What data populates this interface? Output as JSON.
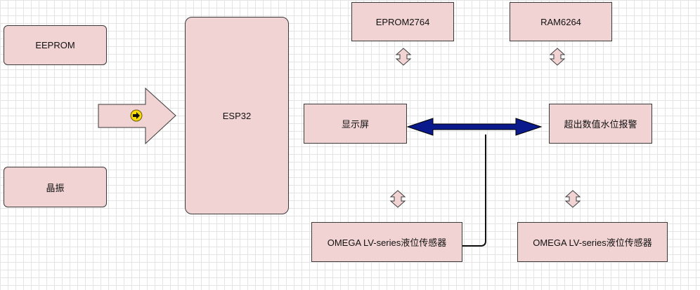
{
  "blocks": {
    "eeprom": "EEPROM",
    "crystal": "晶振",
    "esp32": "ESP32",
    "eprom": "EPROM2764",
    "ram": "RAM6264",
    "display": "显示屏",
    "alarm": "超出数值水位报警",
    "sensor_left": "OMEGA LV-series液位传感器",
    "sensor_right": "OMEGA LV-series液位传感器"
  },
  "colors": {
    "block_fill": "#f2d3d3",
    "block_border": "#3a3a3a",
    "bus_arrow": "#0a1a8c",
    "link_badge": "#f5d90a"
  }
}
